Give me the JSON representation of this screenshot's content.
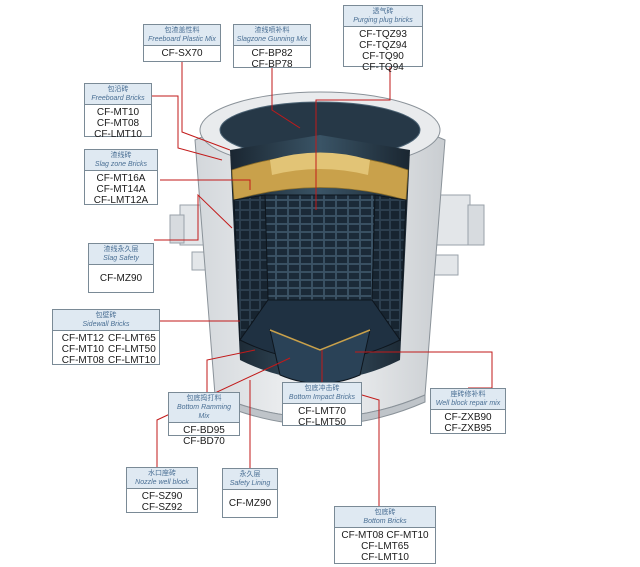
{
  "colors": {
    "leader": "#c21a1a",
    "box_border": "#7a8a96",
    "box_head_bg": "#dfe9f2",
    "box_head_text": "#4a6f94",
    "brick_dark": "#1b2530",
    "brick_mid": "#2f4759",
    "refractory_yellow": "#c9a14b",
    "shell_light": "#e8eaec"
  },
  "callouts": {
    "freeboard_plastic": {
      "cn": "包渣盖性料",
      "en": "Freeboard Plastic Mix",
      "grades": [
        "CF-SX70"
      ]
    },
    "slagzone_gunning": {
      "cn": "渣线喷补料",
      "en": "Slagzone Gunning Mix",
      "grades": [
        "CF-BP82",
        "CF-BP78"
      ]
    },
    "purging_plug": {
      "cn": "透气砖",
      "en": "Purging plug bricks",
      "grades": [
        "CF-TQZ93",
        "CF-TQZ94",
        "CF-TQ90",
        "CF-TQ94"
      ]
    },
    "freeboard_bricks": {
      "cn": "包沿砖",
      "en": "Freeboard Bricks",
      "grades": [
        "CF-MT10",
        "CF-MT08",
        "CF-LMT10"
      ]
    },
    "slag_zone_bricks": {
      "cn": "渣线砖",
      "en": "Slag zone Bricks",
      "grades": [
        "CF-MT16A",
        "CF-MT14A",
        "CF-LMT12A"
      ]
    },
    "slag_safety": {
      "cn": "渣线永久层",
      "en": "Slag Safety",
      "grades": [
        "CF-MZ90"
      ]
    },
    "sidewall_bricks": {
      "cn": "包壁砖",
      "en": "Sidewall Bricks",
      "grades": [
        "CF-MT12",
        "CF-LMT65",
        "CF-MT10",
        "CF-LMT50",
        "CF-MT08",
        "CF-LMT10"
      ]
    },
    "bottom_ramming": {
      "cn": "包底捣打料",
      "en": "Bottom Ramming Mix",
      "grades": [
        "CF-BD95",
        "CF-BD70"
      ]
    },
    "bottom_impact": {
      "cn": "包底冲击砖",
      "en": "Bottom Impact Bricks",
      "grades": [
        "CF-LMT70",
        "CF-LMT50"
      ]
    },
    "well_block_repair": {
      "cn": "座砖修补料",
      "en": "Well block repair mix",
      "grades": [
        "CF-ZXB90",
        "CF-ZXB95"
      ]
    },
    "nozzle_well_block": {
      "cn": "水口座砖",
      "en": "Nozzle well block",
      "grades": [
        "CF-SZ90",
        "CF-SZ92"
      ]
    },
    "safety_lining": {
      "cn": "永久层",
      "en": "Safety Lining",
      "grades": [
        "CF-MZ90"
      ]
    },
    "bottom_bricks": {
      "cn": "包底砖",
      "en": "Bottom Bricks",
      "grades": [
        "CF-MT08",
        "CF-MT10",
        "CF-LMT65",
        "CF-LMT10"
      ]
    }
  }
}
